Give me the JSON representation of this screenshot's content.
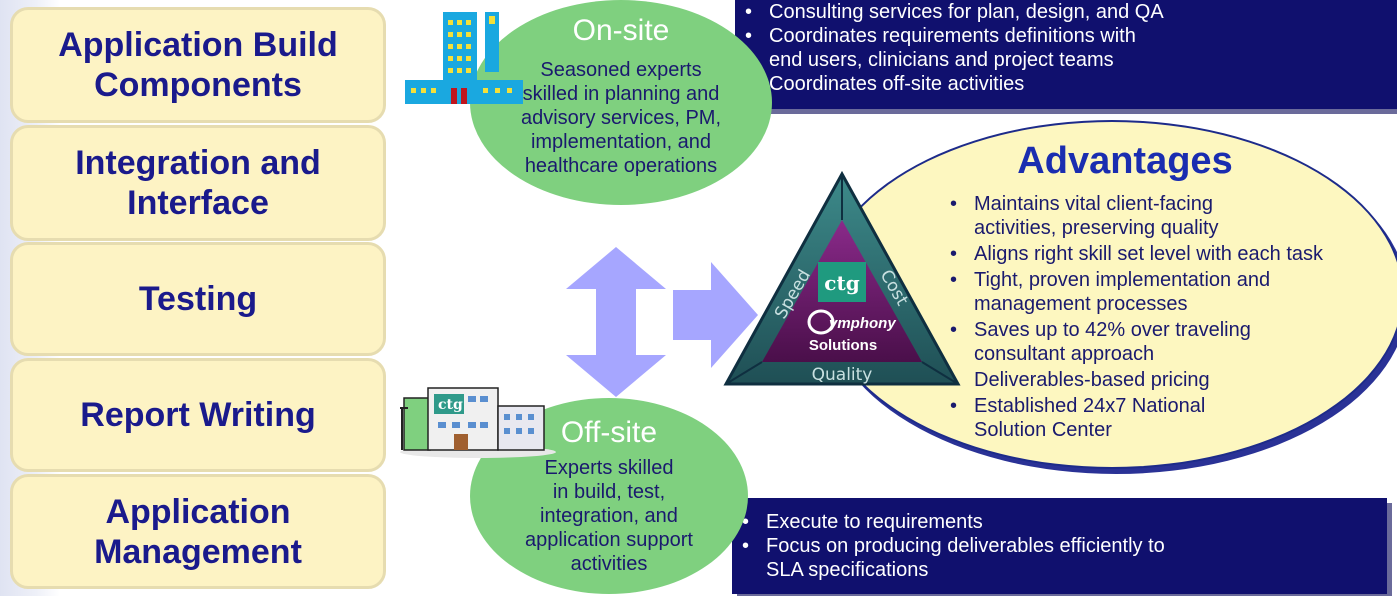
{
  "phases": [
    "Application Build\nComponents",
    "Integration and\nInterface",
    "Testing",
    "Report Writing",
    "Application\nManagement"
  ],
  "onsite": {
    "title": "On-site",
    "body": "Seasoned experts\n skilled in planning and\nadvisory services, PM,\nimplementation, and\nhealthcare operations",
    "bullets": [
      "Consulting services for plan, design, and QA",
      "Coordinates requirements definitions with\nend users, clinicians and project teams",
      "Coordinates off-site activities"
    ]
  },
  "offsite": {
    "title": "Off-site",
    "body": "Experts skilled\nin build, test,\nintegration, and\napplication support\nactivities",
    "bullets": [
      "Execute to requirements",
      "Focus on producing deliverables efficiently to\nSLA specifications"
    ]
  },
  "advantages": {
    "title": "Advantages",
    "items": [
      "Maintains vital client-facing\nactivities, preserving quality",
      "Aligns right skill set level with each task",
      "Tight, proven implementation and\n management processes",
      "Saves up to 42% over traveling\nconsultant approach",
      "Deliverables-based pricing",
      "Established 24x7 National\nSolution Center"
    ]
  },
  "triangle": {
    "side_left": "Speed",
    "side_right": "Cost",
    "side_bottom": "Quality",
    "logo": "ctg",
    "brand_line1": "ymphony",
    "brand_line2": "Solutions"
  },
  "building_sign": "ctg",
  "colors": {
    "phase_fill": "#fdf3c4",
    "phase_text": "#1a1a8c",
    "ellipse_green": "#7fd07f",
    "navy": "#10106e",
    "advantages_fill": "#fdf7c0",
    "arrow": "#a6a6ff",
    "triangle_outer": "#2f6f6f",
    "triangle_inner": "#6e1a6e"
  }
}
